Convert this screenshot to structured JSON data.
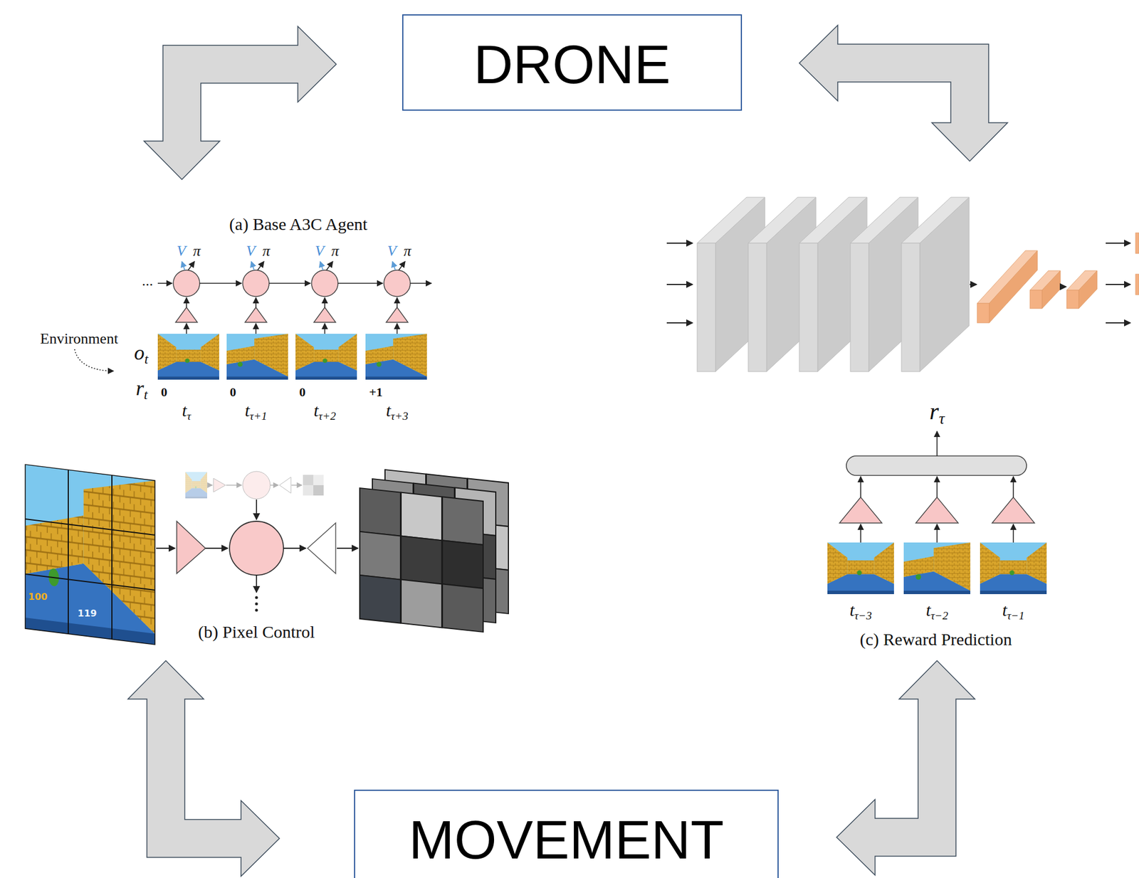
{
  "diagram": {
    "nodes": [
      {
        "text": [
          "DRONE"
        ]
      },
      {
        "text": [
          "(a) Base A3C Agent"
        ]
      },
      {
        "text": []
      },
      {
        "text": [
          "(b) Pixel Control"
        ]
      },
      {
        "text": [
          "(c) Reward Prediction"
        ]
      },
      {
        "text": [
          "MOVEMENT"
        ]
      }
    ],
    "edges": [
      {
        "from": 0,
        "to": 1,
        "arrow": "both"
      },
      {
        "from": 0,
        "to": 2,
        "arrow": "both"
      },
      {
        "from": 3,
        "to": 5,
        "arrow": "both"
      },
      {
        "from": 4,
        "to": 5,
        "arrow": "both"
      }
    ],
    "labels": [
      "V",
      "π",
      "V",
      "π",
      "V",
      "π",
      "V",
      "π",
      "...",
      "Environment",
      "ot",
      "rt",
      "0",
      "0",
      "0",
      "+1",
      "tτ",
      "tτ+1",
      "tτ+2",
      "tτ+3",
      "100",
      "119",
      "rτ",
      "tτ−3",
      "tτ−2",
      "tτ−1"
    ]
  }
}
